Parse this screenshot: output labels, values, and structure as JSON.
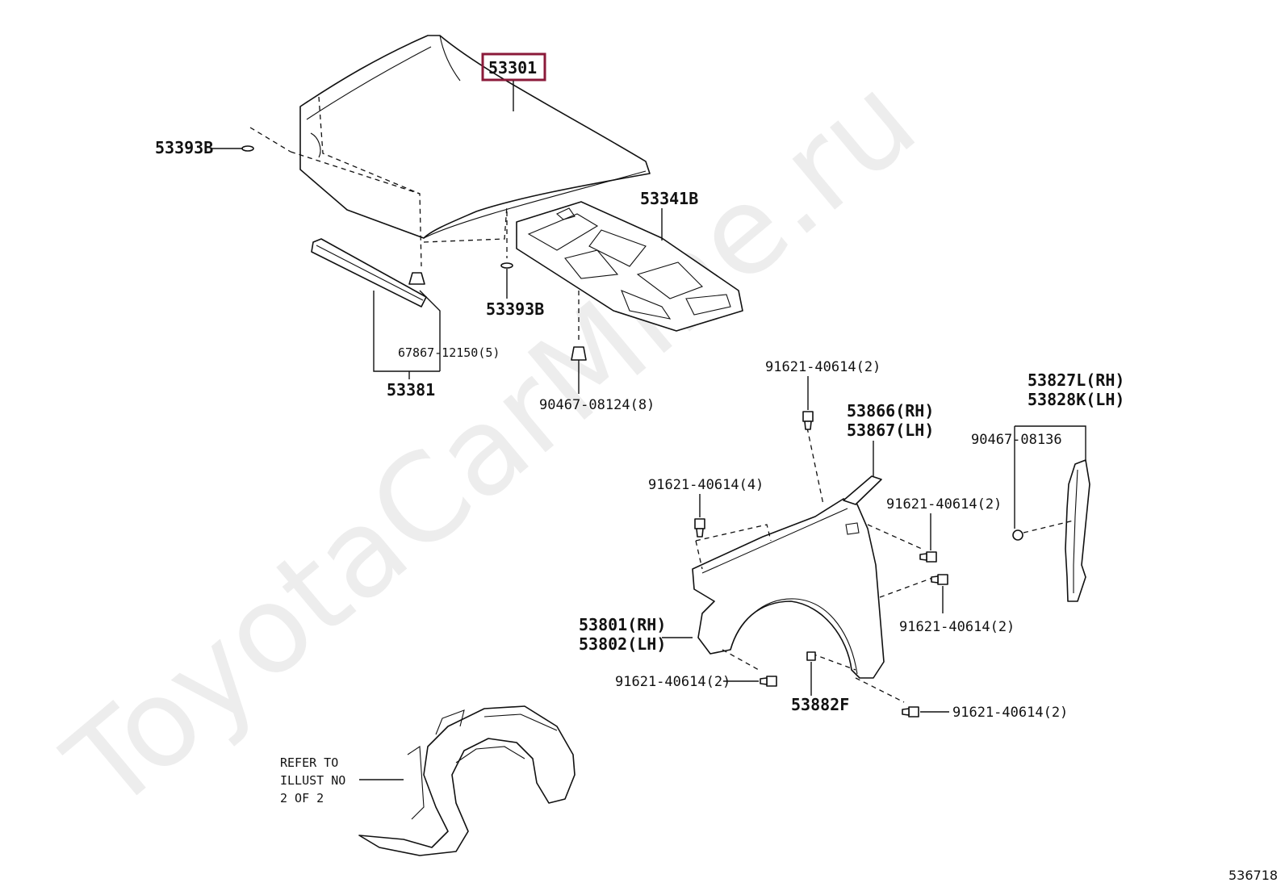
{
  "watermark": "ToyotaCarMine.ru",
  "diagram_id": "536718",
  "highlight_color": "#8b1a3a",
  "labels": {
    "hood": "53301",
    "hood_cushion_left": "53393B",
    "hood_cushion_bottom": "53393B",
    "insulator": "53341B",
    "seal_clip": "67867-12150(5)",
    "seal": "53381",
    "insulator_clip": "90467-08124(8)",
    "bolt_top": "91621-40614(2)",
    "bolt_left": "91621-40614(4)",
    "bolt_right_upper": "91621-40614(2)",
    "bolt_right_lower": "91621-40614(2)",
    "bolt_bottom_left": "91621-40614(2)",
    "bolt_bottom_right": "91621-40614(2)",
    "protector_rh": "53866(RH)",
    "protector_lh": "53867(LH)",
    "seal_bracket_rh": "53827L(RH)",
    "seal_bracket_lh": "53828K(LH)",
    "bracket_clip": "90467-08136",
    "fender_rh": "53801(RH)",
    "fender_lh": "53802(LH)",
    "spacer": "53882F",
    "refer_line1": "REFER TO",
    "refer_line2": "ILLUST NO",
    "refer_line3": "2 OF 2"
  }
}
